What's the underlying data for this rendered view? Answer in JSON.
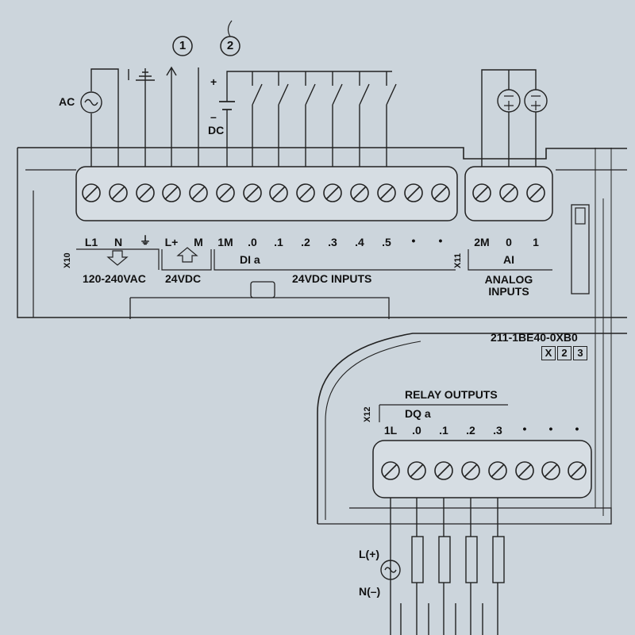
{
  "callouts": [
    "1",
    "2"
  ],
  "supply": {
    "ac": "AC",
    "dc_plus": "+",
    "dc_minus": "–",
    "dc": "DC"
  },
  "x10": {
    "tag": "X10",
    "terminals": [
      "L1",
      "N",
      "⏚",
      "L+",
      "M",
      "1M",
      ".0",
      ".1",
      ".2",
      ".3",
      ".4",
      ".5",
      "•",
      "•"
    ],
    "group_ac": "120-240VAC",
    "group_dc": "24VDC",
    "group_di_sub": "DI a",
    "group_di": "24VDC INPUTS"
  },
  "x11": {
    "tag": "X11",
    "terminals": [
      "2M",
      "0",
      "1"
    ],
    "group_ai": "AI",
    "title_line1": "ANALOG",
    "title_line2": "INPUTS"
  },
  "model": {
    "number": "211-1BE40-0XB0",
    "boxes": [
      "X",
      "2",
      "3"
    ]
  },
  "x12": {
    "tag": "X12",
    "title": "RELAY OUTPUTS",
    "sub": "DQ a",
    "terminals": [
      "1L",
      ".0",
      ".1",
      ".2",
      ".3",
      "•",
      "•",
      "•"
    ]
  },
  "load_supply": {
    "plus": "L(+)",
    "minus": "N(–)"
  },
  "colors": {
    "background": "#ccd5dc",
    "line": "#222222",
    "panel": "#dfe5ea"
  }
}
